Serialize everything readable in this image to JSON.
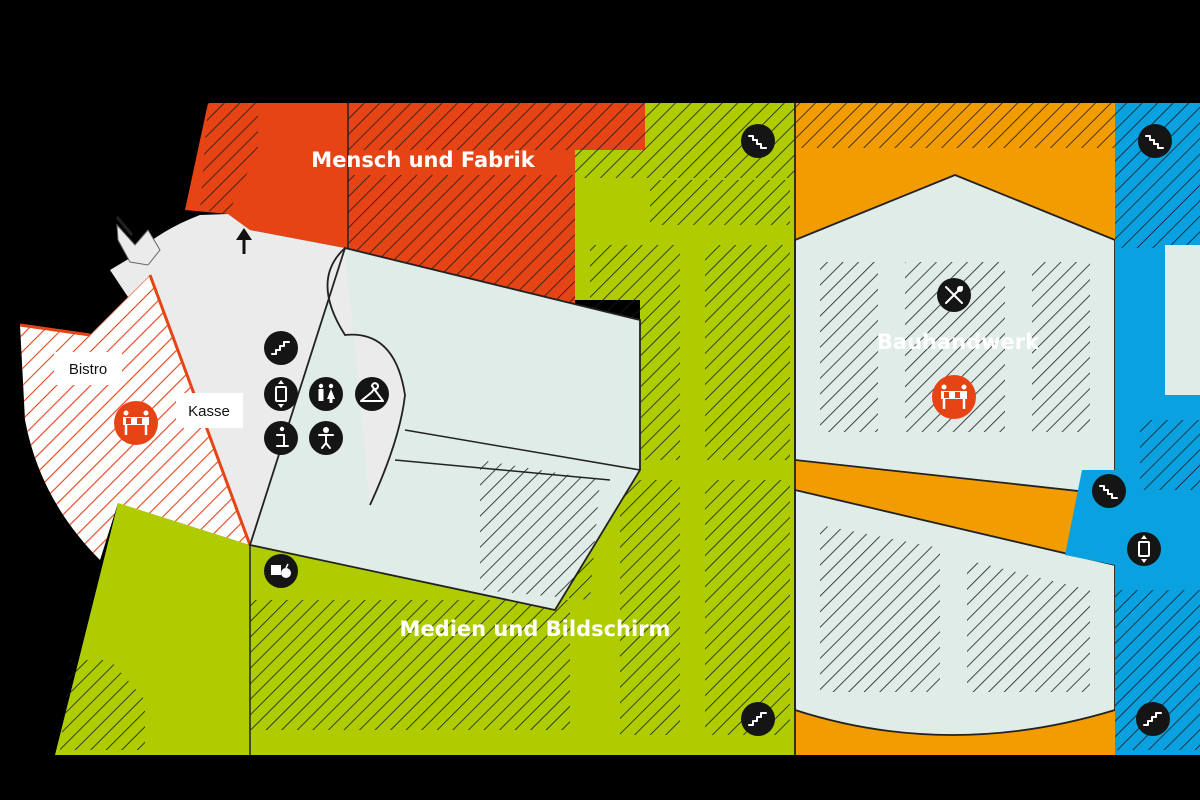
{
  "zones": {
    "mensch_fabrik": {
      "label": "Mensch und Fabrik",
      "color": "#e64415"
    },
    "medien_bildschirm": {
      "label": "Medien und Bildschirm",
      "color": "#aecc00"
    },
    "bauhandwerk": {
      "label": "Bauhandwerk",
      "color": "#f39c00"
    },
    "blue_zone": {
      "color": "#0aa1e0"
    }
  },
  "labels": {
    "bistro": "Bistro",
    "kasse": "Kasse"
  },
  "colors": {
    "background": "#000000",
    "foyer": "#ebebeb",
    "hall": "#dfece8",
    "icon": "#151515",
    "construction": "#e64415"
  },
  "icons": [
    "stairs-icon",
    "elevator-icon",
    "toilets-icon",
    "cloakroom-icon",
    "info-icon",
    "baby-changing-icon",
    "food-icon",
    "restaurant-icon",
    "construction-barrier-icon",
    "entrance-arrow-icon"
  ]
}
